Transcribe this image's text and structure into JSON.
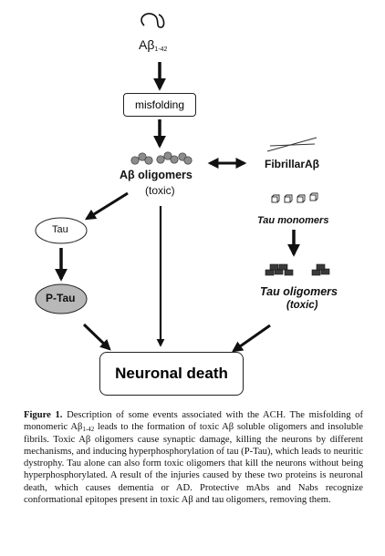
{
  "diagram": {
    "abeta_label": "Aβ",
    "abeta_sub": "1-42",
    "misfolding": "misfolding",
    "oligomers_title": "Aβ oligomers",
    "oligomers_sub": "(toxic)",
    "fibrillar": "FibrillarAβ",
    "tau_monomers": "Tau monomers",
    "tau_oligomers_title": "Tau oligomers",
    "tau_oligomers_sub": "(toxic)",
    "tau": "Tau",
    "ptau": "P-Tau",
    "neuronal_death": "Neuronal death"
  },
  "caption": {
    "figure_label": "Figure 1.",
    "text_1": " Description of some events associated with the ACH. The misfolding of monomeric Aβ",
    "sub": "1-42",
    "text_2": " leads to the formation of toxic Aβ soluble oligomers and insoluble fibrils. Toxic Aβ oligomers cause synaptic damage, killing the neurons by different mechanisms, and inducing hyperphosphorylation of tau (P-Tau), which leads to neuritic dystrophy. Tau alone can also form toxic oligomers that kill the neurons without being hyperphosphorylated. A result of the injuries caused by these two proteins is neuronal death, which causes dementia or AD. Protective mAbs and Nabs recognize conformational epitopes present in toxic Aβ and tau oligomers, removing them."
  },
  "colors": {
    "stroke": "#111111",
    "ptau_fill": "#b8b8b8",
    "oligomer_fill": "#8c8c8c",
    "tau_oligomer_fill": "#3a3a3a"
  }
}
